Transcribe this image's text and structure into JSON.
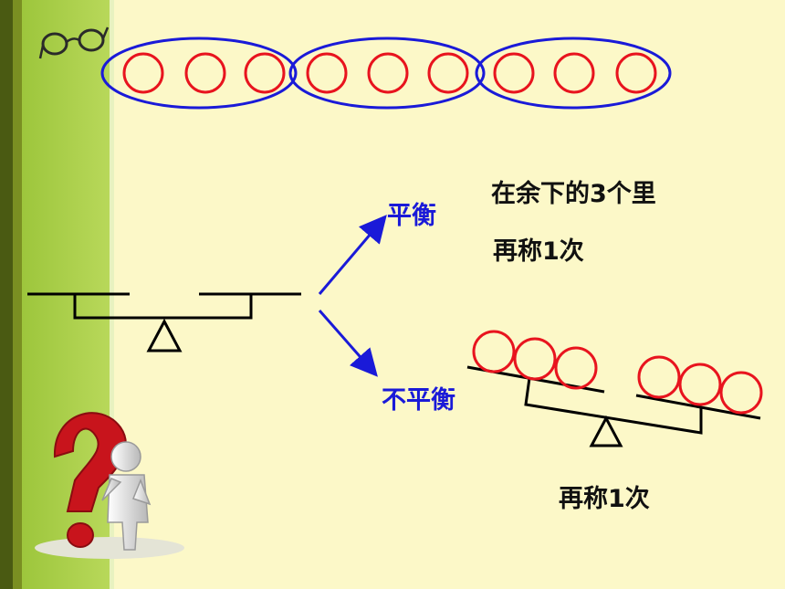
{
  "colors": {
    "background": "#fcf8c8",
    "sidebar_dark": "#4a5a12",
    "sidebar_green": "#9dc63c",
    "sidebar_light": "#d4e89a",
    "ball": "#e8141e",
    "group_ellipse": "#1a1ad8",
    "arrow": "#1a1ad8",
    "branch_text": "#1a1ad8",
    "note_text": "#111111",
    "question_mark": "#c8141c"
  },
  "decor": {
    "glasses_icon": "glasses-icon",
    "thinker_icon": "thinking-figure-icon",
    "question_icon": "question-mark-icon"
  },
  "groups": {
    "count": 3,
    "balls_per_group": 3
  },
  "branches": {
    "balanced_label": "平衡",
    "unbalanced_label": "不平衡"
  },
  "notes": {
    "balanced_line1": "在余下的3个里",
    "balanced_line2": "再称1次",
    "unbalanced": "再称1次"
  }
}
